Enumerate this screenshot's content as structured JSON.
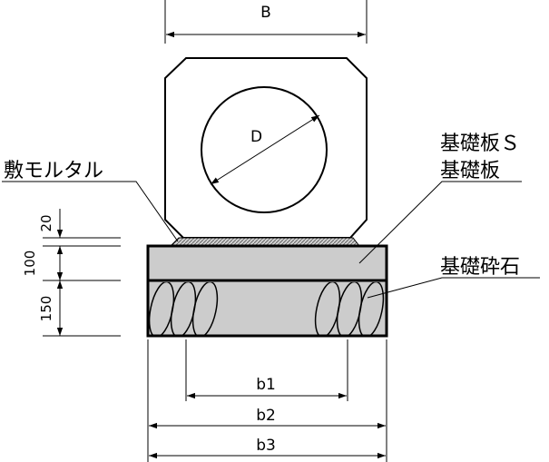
{
  "dimensions": {
    "B": "B",
    "D": "D",
    "b1": "b1",
    "b2": "b2",
    "b3": "b3",
    "t20": "20",
    "t100": "100",
    "t150": "150"
  },
  "labels": {
    "mortar": "敷モルタル",
    "base_plate_s": "基礎板Ｓ",
    "base_plate": "基礎板",
    "gravel": "基礎砕石"
  },
  "colors": {
    "line": "#000000",
    "base_fill": "#cccccc",
    "mortar_fill": "#bdbdbd",
    "background": "#ffffff"
  }
}
